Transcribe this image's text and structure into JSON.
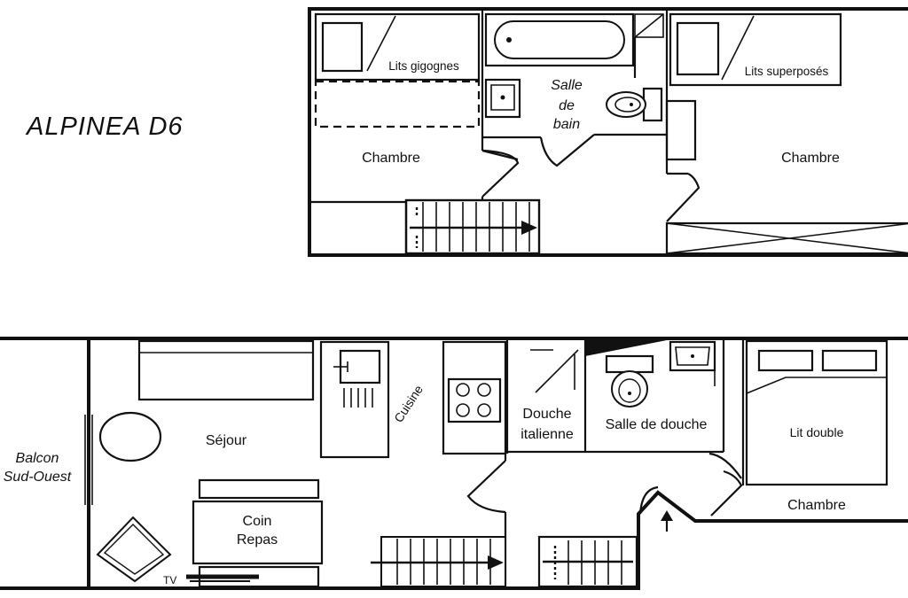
{
  "title": "ALPINEA D6",
  "upper_floor": {
    "rooms": {
      "bedroom_left": "Chambre",
      "bedroom_right": "Chambre",
      "bathroom": [
        "Salle",
        "de",
        "bain"
      ]
    },
    "furniture": {
      "trundle_beds": "Lits gigognes",
      "bunk_beds": "Lits superposés"
    }
  },
  "lower_floor": {
    "rooms": {
      "balcony": [
        "Balcon",
        "Sud-Ouest"
      ],
      "living": "Séjour",
      "kitchen": "Cuisine",
      "dining": [
        "Coin",
        "Repas"
      ],
      "walk_in_shower": [
        "Douche",
        "italienne"
      ],
      "shower_room": "Salle de douche",
      "bedroom": "Chambre"
    },
    "furniture": {
      "tv": "TV",
      "double_bed": "Lit double"
    }
  }
}
